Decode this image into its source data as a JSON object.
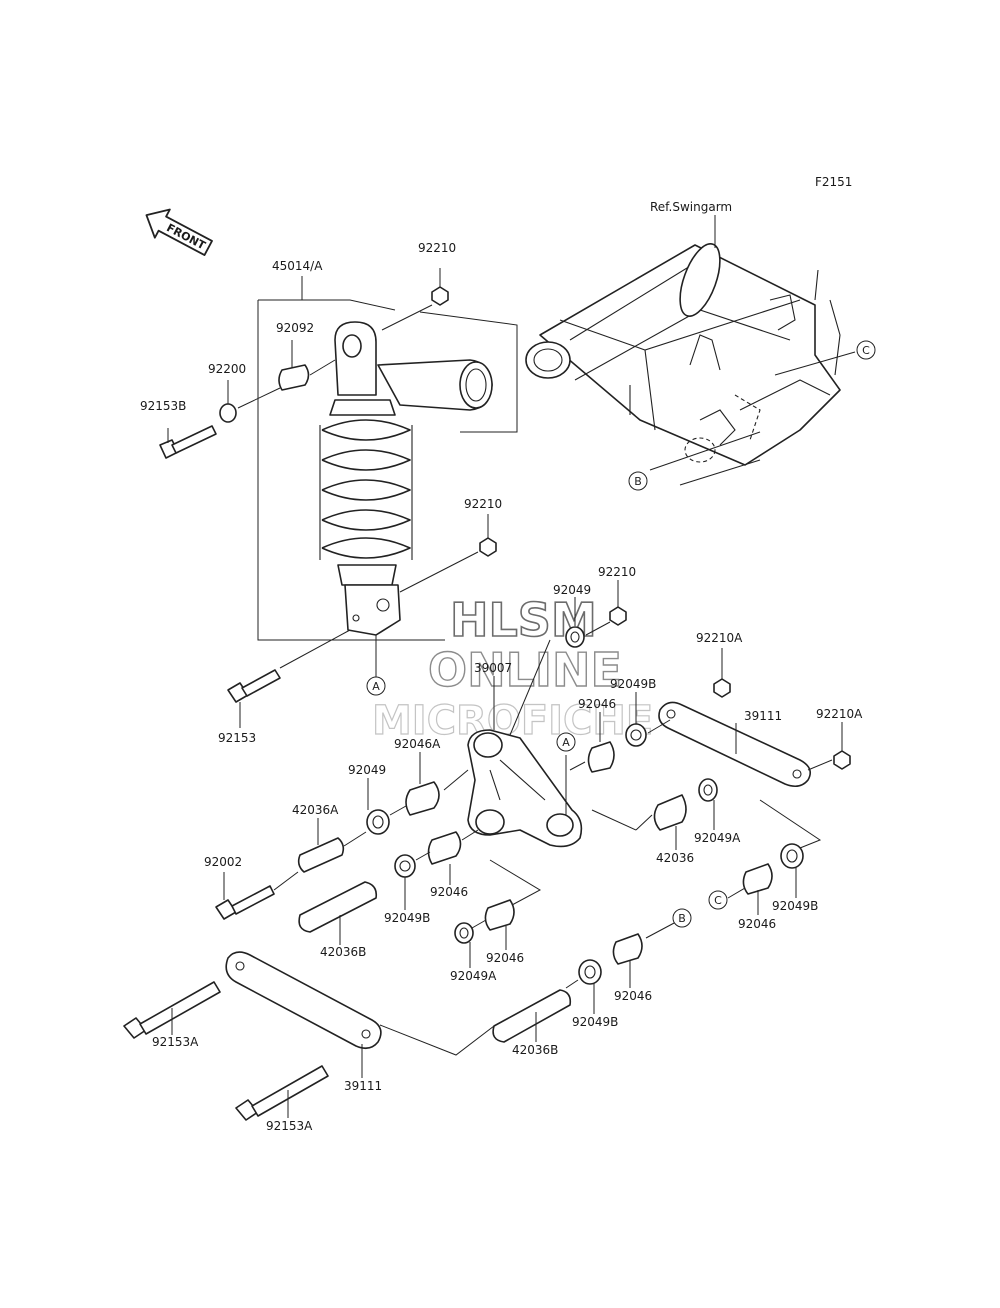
{
  "figure_code": "F2151",
  "reference_label": "Ref.Swingarm",
  "front_label": "FRONT",
  "ref_markers": {
    "a1": "A",
    "a2": "A",
    "b1": "B",
    "b2": "B",
    "c1": "C",
    "c2": "C"
  },
  "part_labels": {
    "p45014A": "45014/A",
    "p92210_top": "92210",
    "p92092": "92092",
    "p92200": "92200",
    "p92153B": "92153B",
    "p92210_mid": "92210",
    "p92153": "92153",
    "p92049_top": "92049",
    "p92210_right": "92210",
    "p39007": "39007",
    "p92049B_top": "92049B",
    "p92210A_1": "92210A",
    "p92210A_2": "92210A",
    "p92046_top": "92046",
    "p39111_top": "39111",
    "p92046A": "92046A",
    "p92049_left": "92049",
    "p42036A": "42036A",
    "p92002": "92002",
    "p92046_mid": "92046",
    "p92049B_mid": "92049B",
    "p42036_right": "42036",
    "p92049A_right": "92049A",
    "p92046_right": "92046",
    "p92049B_right": "92049B",
    "p42036B_left": "42036B",
    "p92046_low": "92046",
    "p92049A_low": "92049A",
    "p92153A_1": "92153A",
    "p39111_bottom": "39111",
    "p92153A_2": "92153A",
    "p42036B_bottom": "42036B",
    "p92049B_bottom": "92049B",
    "p92046_bottom": "92046"
  },
  "watermark": {
    "line1": "HLSM",
    "line2": "ONLINE",
    "line3": "MICROFICHE"
  }
}
